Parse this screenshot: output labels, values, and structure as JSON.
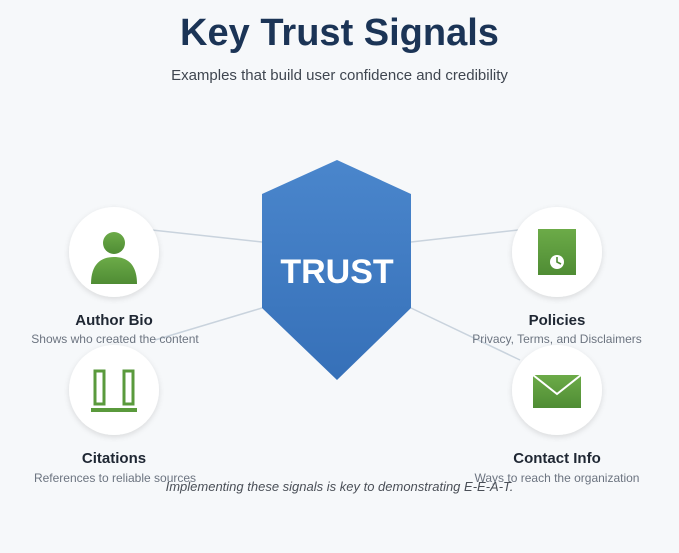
{
  "header": {
    "title": "Key Trust Signals",
    "subtitle": "Examples that build user confidence and credibility"
  },
  "center": {
    "label": "TRUST",
    "color": "#3f7bc6"
  },
  "signals": [
    {
      "title": "Author Bio",
      "description": "Shows who created the content",
      "icon": "person-icon"
    },
    {
      "title": "Policies",
      "description": "Privacy, Terms, and Disclaimers",
      "icon": "document-clock-icon"
    },
    {
      "title": "Citations",
      "description": "References to reliable sources",
      "icon": "pillars-icon"
    },
    {
      "title": "Contact Info",
      "description": "Ways to reach the organization",
      "icon": "envelope-icon"
    }
  ],
  "colors": {
    "icon_green": "#5a9a3c",
    "title": "#1b3456",
    "connector": "#c9d3dd"
  },
  "footer": {
    "note": "Implementing these signals is key to demonstrating E-E-A-T."
  }
}
